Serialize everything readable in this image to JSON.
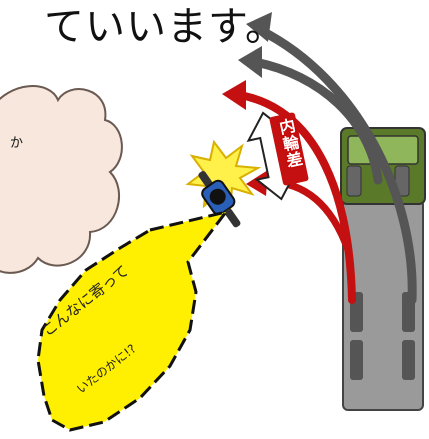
{
  "heading": {
    "text": "ていいます。"
  },
  "thought_bubble": {
    "line1": "か",
    "line2": ""
  },
  "gap_label": {
    "text": "内輪差"
  },
  "speech_bubble": {
    "line1": "こんなに寄って",
    "line2": "いたのかに!?"
  },
  "colors": {
    "inner_arrow": "#c41010",
    "outer_arrow": "#555555",
    "truck_cab": "#5a7a2a",
    "truck_body": "#9a9a9a",
    "bubble_fill": "#ffef00",
    "thought_fill": "#f7e7dd",
    "impact_fill": "#fff04a"
  },
  "icons": [
    "truck-icon",
    "motorcycle-icon",
    "impact-burst-icon",
    "double-arrow-icon"
  ]
}
